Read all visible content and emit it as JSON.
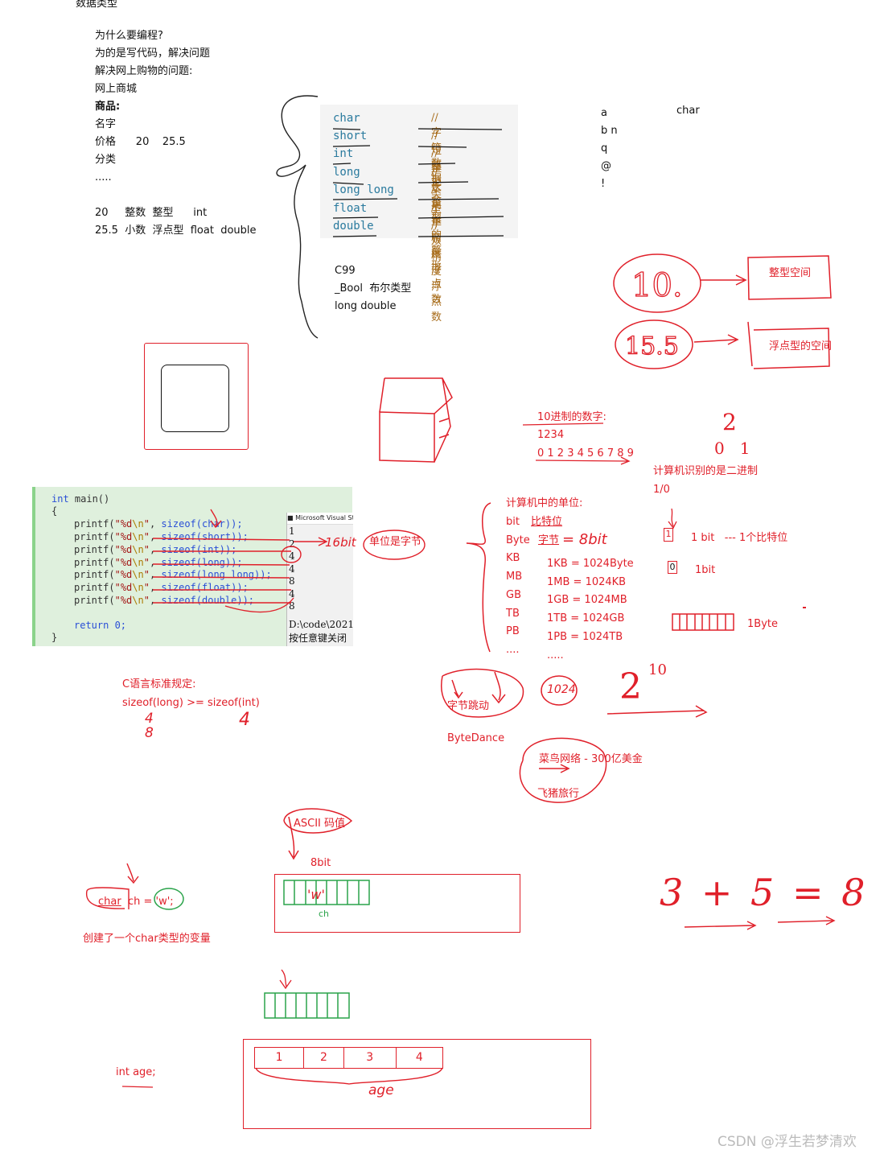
{
  "header": {
    "title": "数据类型"
  },
  "intro": {
    "lines": [
      "为什么要编程?",
      "为的是写代码，解决问题",
      "解决网上购物的问题:",
      "网上商城"
    ],
    "goods_label": "商品:",
    "fields": [
      "名字",
      "价格      20    25.5",
      "分类",
      "....."
    ],
    "int_row": "20     整数  整型      int",
    "float_row": "25.5  小数  浮点型  float  double"
  },
  "types": {
    "items": [
      {
        "kw": "char",
        "comment": "//字符数据类型"
      },
      {
        "kw": "short",
        "comment": "//短整型"
      },
      {
        "kw": "int",
        "comment": "//整形"
      },
      {
        "kw": "long",
        "comment": "//长整型"
      },
      {
        "kw": "long long",
        "comment": "//更长的整形"
      },
      {
        "kw": "float",
        "comment": "//单精度浮点数"
      },
      {
        "kw": "double",
        "comment": "//双精度浮点数"
      }
    ],
    "c99": "C99",
    "bool": "_Bool  布尔类型",
    "long_double": "long double"
  },
  "chars": {
    "list": [
      "a",
      "b n",
      "q",
      "@",
      "!"
    ],
    "label": "char"
  },
  "space": {
    "int_space": "整型空间",
    "float_space": "浮点型的空间",
    "hand_10": "10.",
    "hand_15": "15.5"
  },
  "decimal": {
    "title": "10进制的数字:",
    "example": "1234",
    "digits": "0 1 2 3 4 5 6 7 8 9"
  },
  "binary": {
    "title": "计算机识别的是二进制",
    "digits": "1/0",
    "hand_2": "2",
    "hand_01": "0   1"
  },
  "units": {
    "title": "计算机中的单位:",
    "names": [
      "bit",
      "Byte",
      "KB",
      "MB",
      "GB",
      "TB",
      "PB",
      "...."
    ],
    "bit_note": "比特位",
    "byte_note": "字节",
    "byte_hand": "= 8bit",
    "eq": [
      "1KB = 1024Byte",
      "1MB = 1024KB",
      "1GB = 1024MB",
      "1TB = 1024GB",
      "1PB = 1024TB",
      "....."
    ]
  },
  "bits": {
    "one_bit": "1 bit   --- 1个比特位",
    "cell1": "1",
    "cell0": "0",
    "bit": "1bit",
    "byte": "1Byte"
  },
  "code": {
    "lines": [
      {
        "pre": "int",
        "rest": " main()"
      },
      {
        "pre": "",
        "rest": "{"
      },
      {
        "fn": "printf",
        "str": "\"%d",
        "esc": "\\n",
        "end": "\"",
        "arg": "sizeof(char));"
      },
      {
        "fn": "printf",
        "str": "\"%d",
        "esc": "\\n",
        "end": "\"",
        "arg": "sizeof(short));"
      },
      {
        "fn": "printf",
        "str": "\"%d",
        "esc": "\\n",
        "end": "\"",
        "arg": "sizeof(int));"
      },
      {
        "fn": "printf",
        "str": "\"%d",
        "esc": "\\n",
        "end": "\"",
        "arg": "sizeof(long));"
      },
      {
        "fn": "printf",
        "str": "\"%d",
        "esc": "\\n",
        "end": "\"",
        "arg": "sizeof(long long));"
      },
      {
        "fn": "printf",
        "str": "\"%d",
        "esc": "\\n",
        "end": "\"",
        "arg": "sizeof(float));"
      },
      {
        "fn": "printf",
        "str": "\"%d",
        "esc": "\\n",
        "end": "\"",
        "arg": "sizeof(double));"
      }
    ],
    "return": "return 0;",
    "close": "}",
    "console_title": "Microsoft Visual Studio",
    "output": [
      "1",
      "2",
      "4",
      "4",
      "8",
      "4",
      "8"
    ],
    "console_path": "D:\\code\\2021",
    "console_hint": "按任意键关闭",
    "unit_note": "单位是字节",
    "hand_note": "16bit"
  },
  "standard": {
    "title": "C语言标准规定:",
    "rule": "sizeof(long) >= sizeof(int)",
    "hand_left": "4\n8",
    "hand_right": "4"
  },
  "companies": {
    "bytedance_cn": "字节跳动",
    "bytedance_en": "ByteDance",
    "cainiao": "菜鸟网络 - 300亿美金",
    "fliggy": "飞猪旅行",
    "hand_1024": "1024",
    "hand_2": "2",
    "hand_10": "10"
  },
  "ascii": {
    "title": "ASCII 码值",
    "bits": "8bit",
    "char_decl": "char  ch = 'w';",
    "char_kw": "char",
    "char_name": "ch =",
    "char_val": "'w';",
    "created": "创建了一个char类型的变量",
    "cell_mark": "'w'",
    "under_mark": "ch"
  },
  "intage": {
    "decl": "int age;",
    "cells": [
      "1",
      "2",
      "3",
      "4"
    ],
    "hand_label": "age"
  },
  "formula": {
    "text": "3 + 5 = 8"
  },
  "watermark": "CSDN @浮生若梦清欢"
}
